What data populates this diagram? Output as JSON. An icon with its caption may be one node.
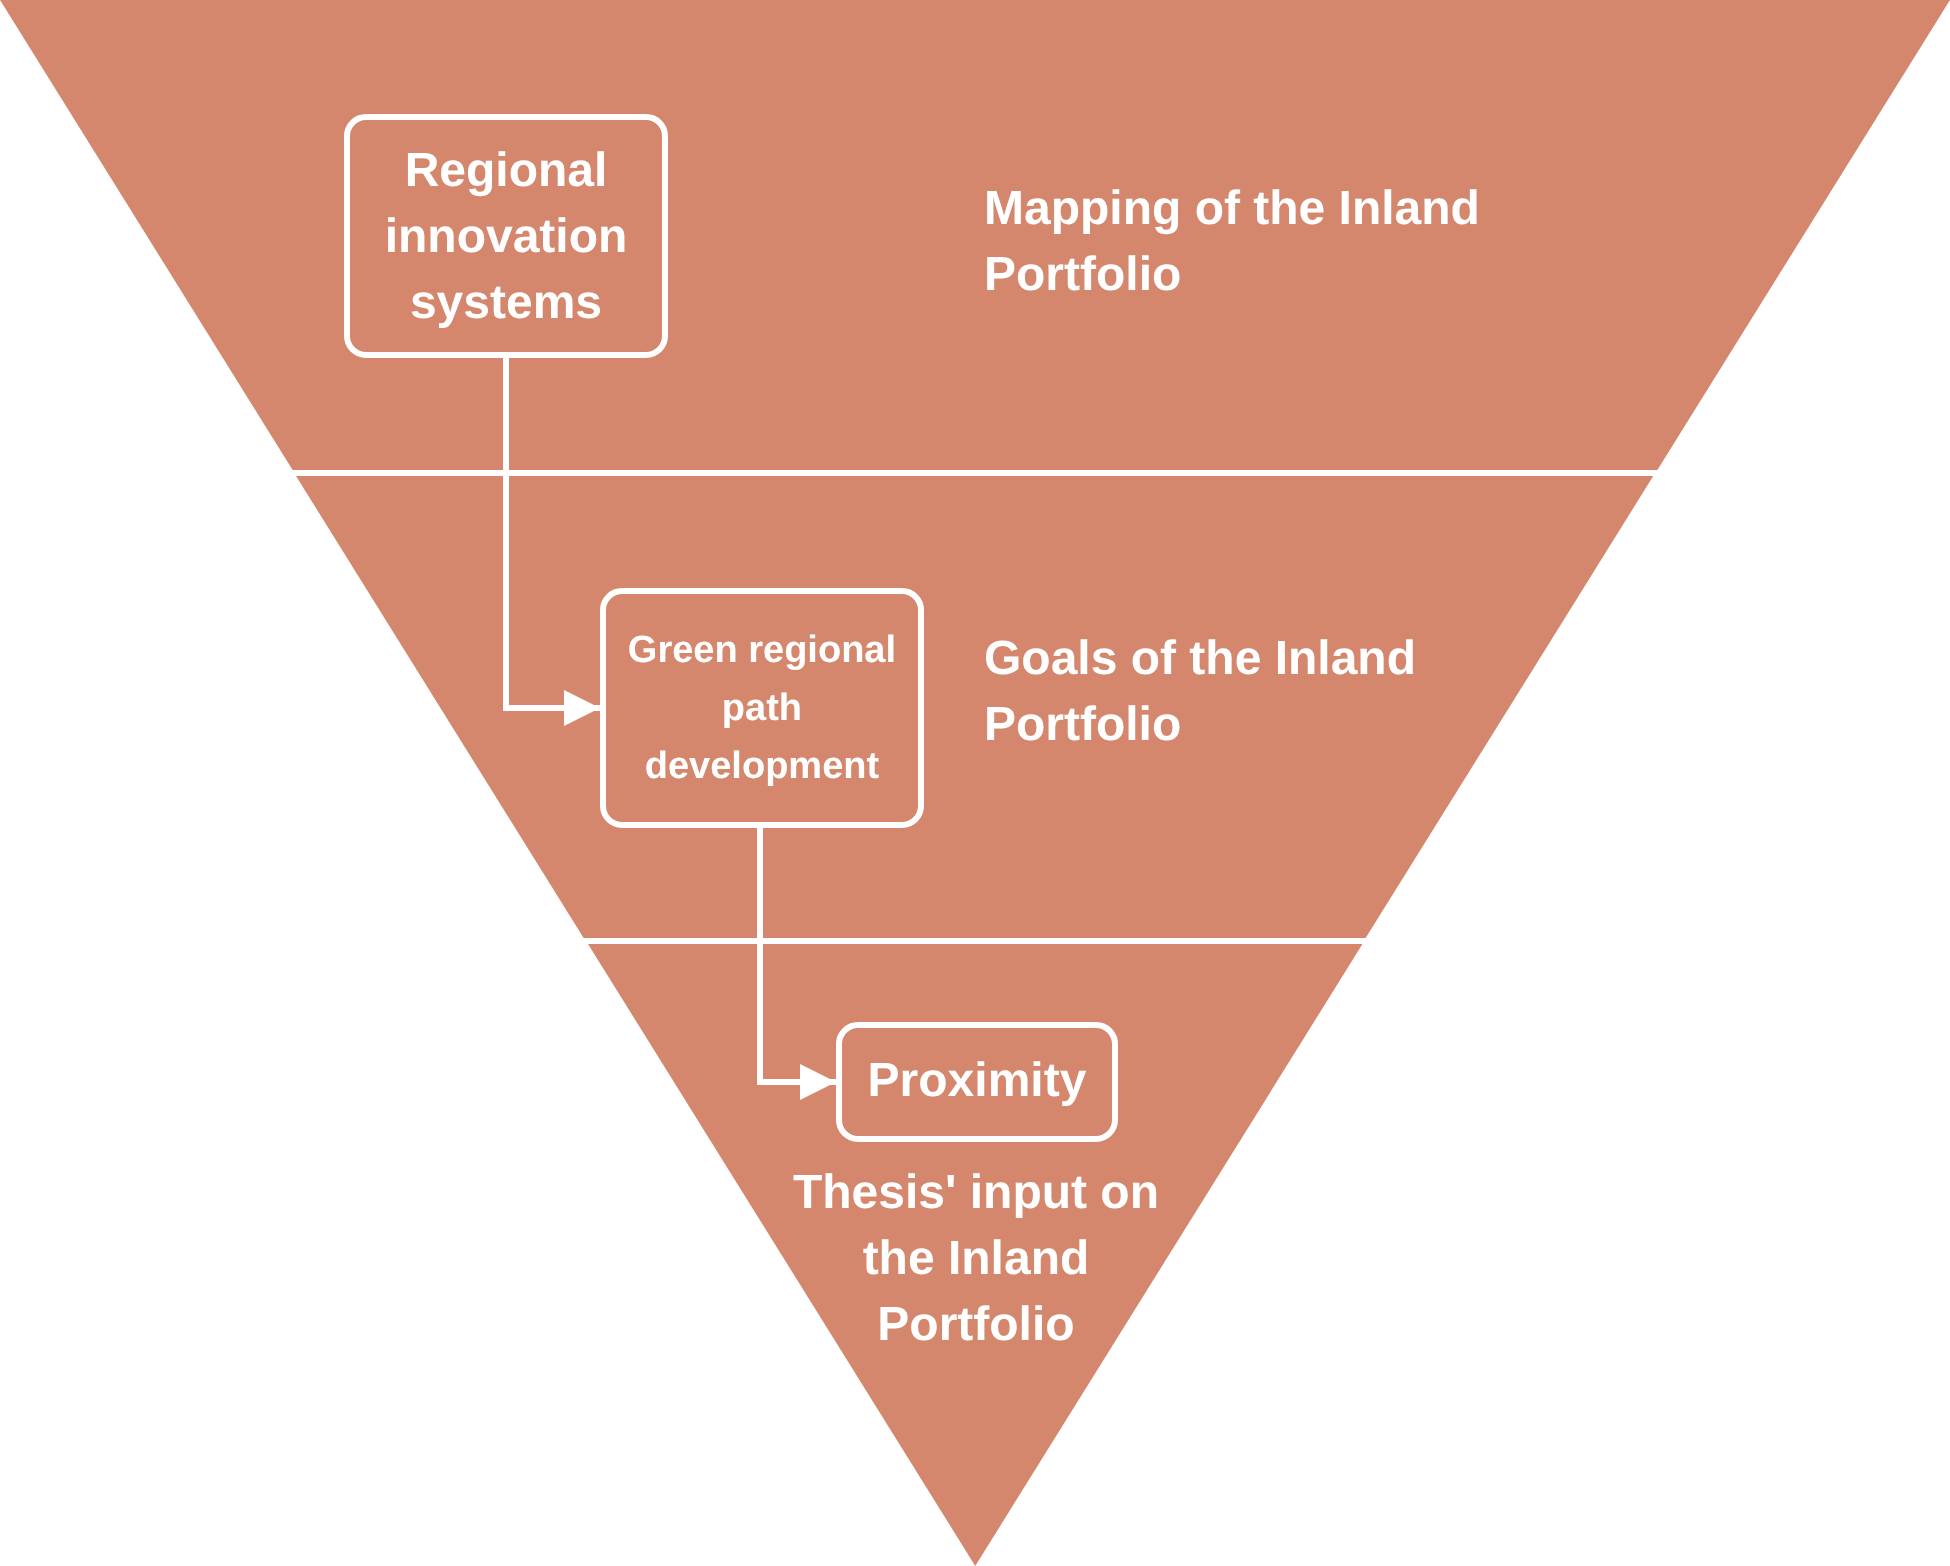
{
  "diagram": {
    "nodes": [
      {
        "text": [
          "Mapping of the Inland Portfolio"
        ]
      },
      {
        "text": [
          "Regional innovation systems"
        ],
        "in": 0
      },
      {
        "text": [
          "Goals of the Inland Portfolio"
        ]
      },
      {
        "text": [
          "Green regional path development"
        ],
        "in": 2
      },
      {
        "text": [
          "Thesis' input on the Inland Portfolio"
        ]
      },
      {
        "text": [
          "Proximity"
        ],
        "in": 4
      }
    ],
    "edges": [
      {
        "from": 1,
        "to": 3,
        "arrow": "to"
      },
      {
        "from": 3,
        "to": 5,
        "arrow": "to"
      }
    ]
  }
}
